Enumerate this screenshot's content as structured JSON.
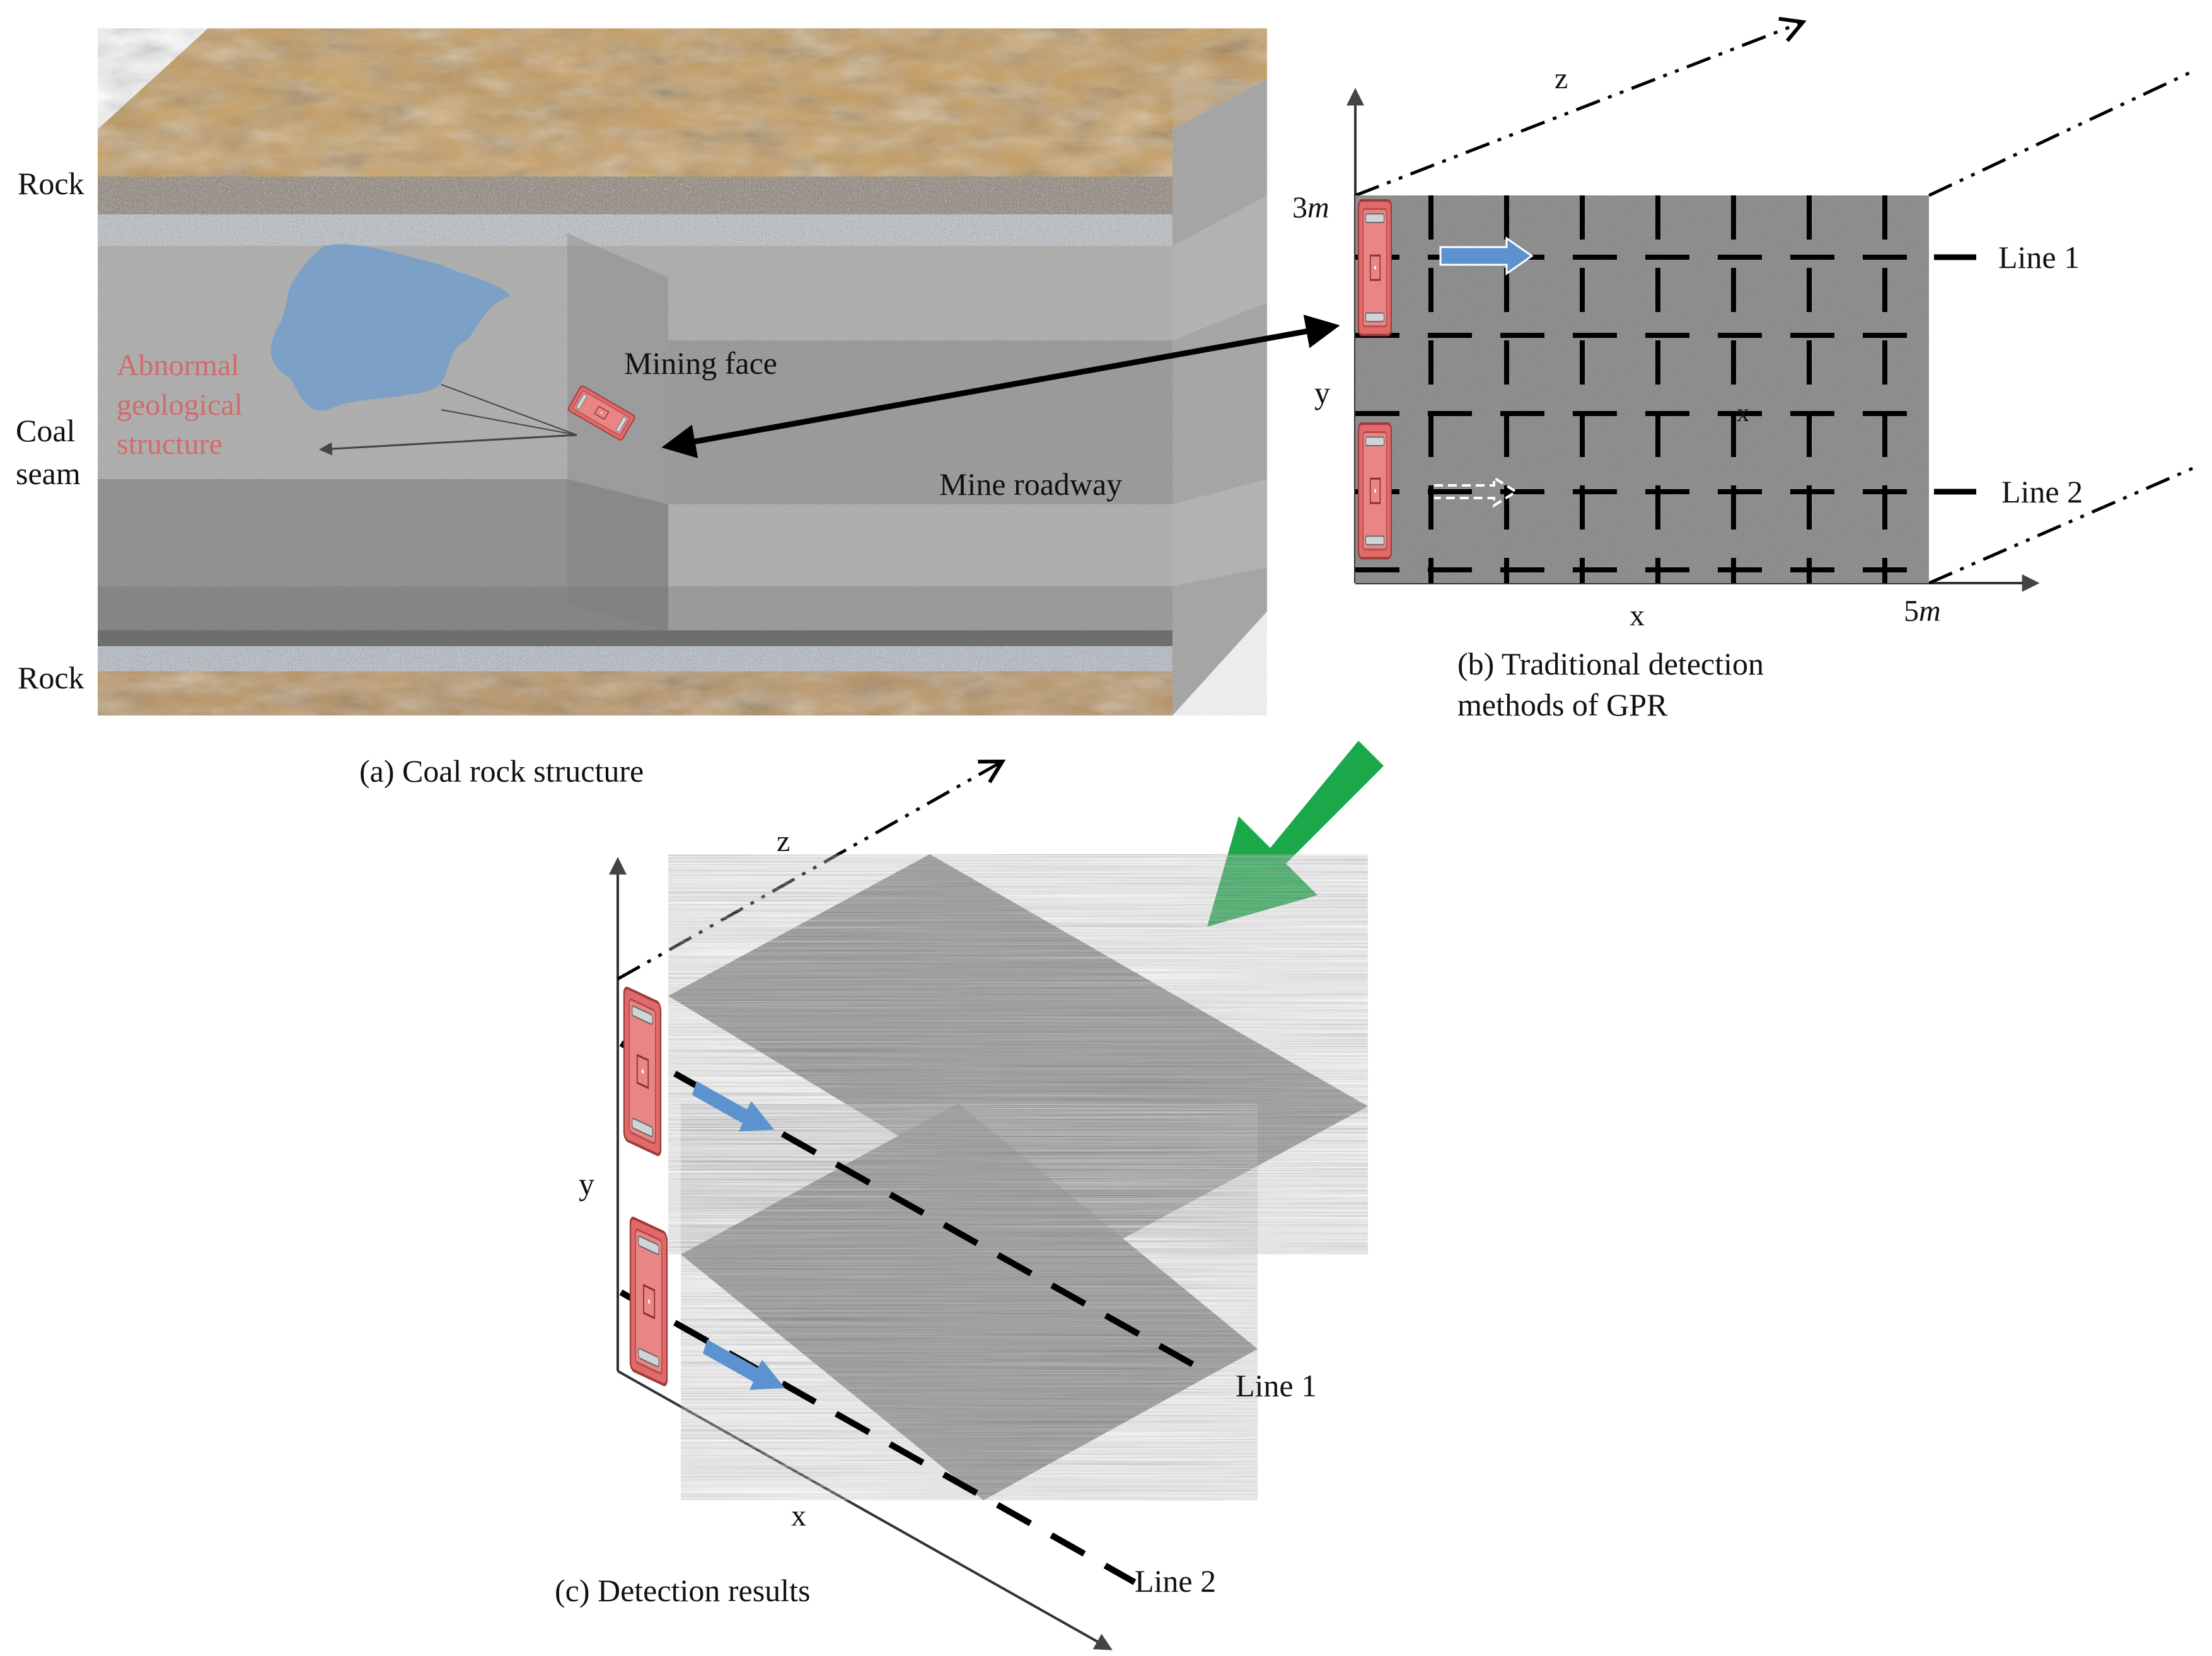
{
  "panel_a": {
    "rock_top": "Rock",
    "coal_line1": "Coal",
    "coal_line2": "seam",
    "rock_bottom": "Rock",
    "abnormal_line1": "Abnormal",
    "abnormal_line2": "geological",
    "abnormal_line3": "structure",
    "mining_face": "Mining face",
    "mine_roadway": "Mine roadway",
    "caption": "(a)  Coal rock structure"
  },
  "panel_b": {
    "axis_z": "z",
    "axis_y": "y",
    "axis_x": "x",
    "y_max_num": "3",
    "y_max_unit": "m",
    "x_max_num": "5",
    "x_max_unit": "m",
    "line1": "Line 1",
    "line2": "Line 2",
    "center_mark": "x",
    "caption_line1": "(b) Traditional detection",
    "caption_line2": "methods of GPR"
  },
  "panel_c": {
    "axis_z": "z",
    "axis_y": "y",
    "axis_x": "x",
    "line1": "Line 1",
    "line2": "Line 2",
    "caption": "(c) Detection results"
  },
  "colors": {
    "gpr_device": "#e06a6a",
    "arrow_blue": "#5b92cf",
    "arrow_green": "#1aa84a",
    "anomaly": "#6f9ccc",
    "rock_brown": "#c49a5c"
  }
}
